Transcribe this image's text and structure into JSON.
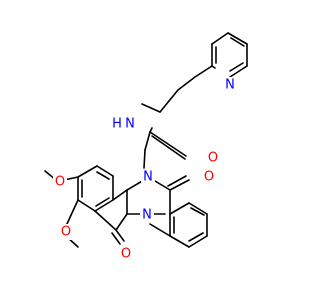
{
  "colors": {
    "bond": "#000000",
    "carbon": "#000000",
    "nitrogen": "#0000ff",
    "oxygen": "#ff0000",
    "background": "#ffffff"
  },
  "atoms": [
    {
      "id": "pyridine-nitrogen",
      "label": "N",
      "element": "nitrogen"
    },
    {
      "id": "amide-nitrogen",
      "label": "N",
      "element": "nitrogen"
    },
    {
      "id": "amide-hydrogen",
      "label": "H",
      "element": "nitrogen"
    },
    {
      "id": "amide-oxygen",
      "label": "O",
      "element": "oxygen"
    },
    {
      "id": "ring-nitrogen-top",
      "label": "N",
      "element": "nitrogen"
    },
    {
      "id": "ring-nitrogen-bottom",
      "label": "N",
      "element": "nitrogen"
    },
    {
      "id": "quinazolinone-oxygen",
      "label": "O",
      "element": "oxygen"
    },
    {
      "id": "methoxy-oxygen-upper",
      "label": "O",
      "element": "oxygen"
    },
    {
      "id": "methoxy-oxygen-lower",
      "label": "O",
      "element": "oxygen"
    },
    {
      "id": "isoindolone-oxygen",
      "label": "O",
      "element": "oxygen"
    }
  ]
}
